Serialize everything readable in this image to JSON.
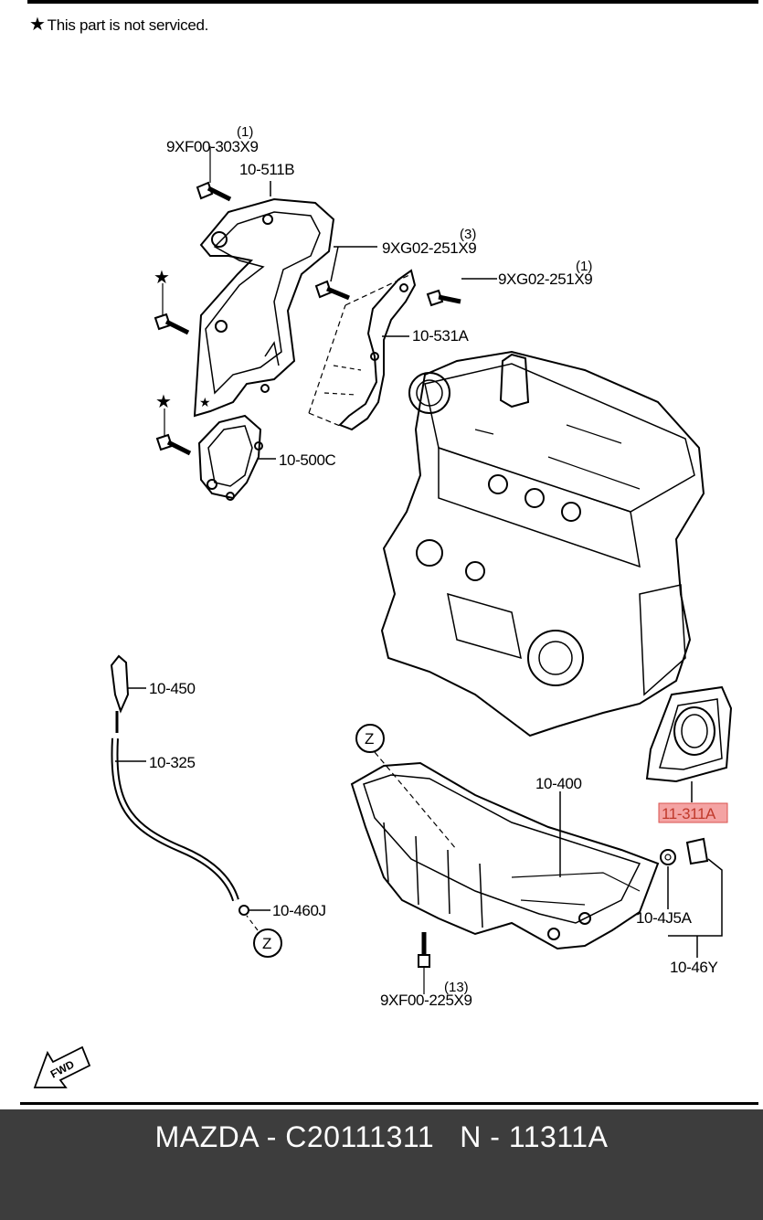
{
  "note": {
    "star": "★",
    "text": "This part is not serviced."
  },
  "callouts": {
    "bolt_top": {
      "qty": "(1)",
      "code": "9XF00-303X9"
    },
    "upper_cover": "10-511B",
    "bolt_mid": {
      "qty": "(3)",
      "code": "9XG02-251X9"
    },
    "bolt_right": {
      "qty": "(1)",
      "code": "9XG02-251X9"
    },
    "bracket": "10-531A",
    "lower_cover": "10-500C",
    "dipstick": "10-450",
    "dipstick_tube": "10-325",
    "o_ring": "10-460J",
    "oil_pan": "10-400",
    "rear_seal": "11-311A",
    "washer": "10-4J5A",
    "drain_set": "10-46Y",
    "pan_bolt": {
      "qty": "(13)",
      "code": "9XF00-225X9"
    },
    "zone_a": "Z",
    "zone_b": "Z",
    "fwd": "FWD"
  },
  "highlight_color": "#f4a3a3",
  "footer": {
    "text": "MAZDA - C20111311   N - 11311A"
  }
}
